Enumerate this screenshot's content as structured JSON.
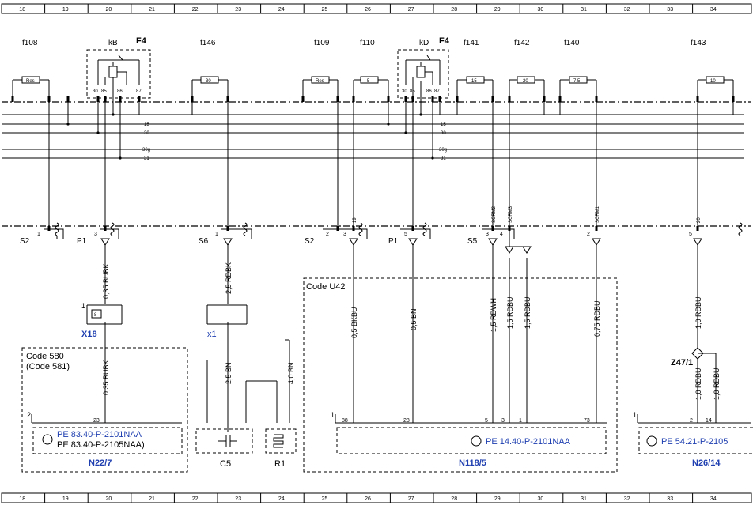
{
  "grid_numbers": [
    "18",
    "19",
    "20",
    "21",
    "22",
    "23",
    "24",
    "25",
    "26",
    "27",
    "28",
    "29",
    "30",
    "31",
    "32",
    "33",
    "34"
  ],
  "top_labels": {
    "f108": "f108",
    "kB": "kB",
    "F4_a": "F4",
    "f146": "f146",
    "f109": "f109",
    "f110": "f110",
    "kD": "kD",
    "F4_b": "F4",
    "f141": "f141",
    "f142": "f142",
    "f140": "f140",
    "f143": "f143"
  },
  "fuse_values": {
    "f108": "Res",
    "f146": "30",
    "f109": "Res",
    "f110": "5",
    "f141": "15",
    "f142": "20",
    "f140": "7,5",
    "f143": "10"
  },
  "relay_pins": {
    "kB": [
      "30",
      "85",
      "86",
      "87"
    ],
    "kD": [
      "30",
      "85",
      "86",
      "87"
    ]
  },
  "bus_labels": [
    "15",
    "30",
    "30g",
    "31"
  ],
  "connector_pins": {
    "s2a_1": "1",
    "p1a_3": "3",
    "s6_1": "1",
    "s2b_2": "2",
    "s2b_3": "3",
    "p1b_5": "5",
    "s5_3": "3",
    "s5_4": "4",
    "c_2": "2",
    "c_5": "5"
  },
  "connector_names": {
    "s2a": "S2",
    "p1a": "P1",
    "s6": "S6",
    "s2b": "S2",
    "p1b": "P1",
    "s5": "S5"
  },
  "splice_labels": [
    "SCRM2",
    "SCRM3",
    "SCRM1",
    "19",
    "20"
  ],
  "wire_labels": {
    "w1": "0,35 BUBK",
    "w2": "2,5 RDBK",
    "w3": "0,35 BUBK",
    "w4": "2,5 BN",
    "w5": "4,0 BN",
    "w6": "0,5 BKBU",
    "w7": "0,5 BN",
    "w8": "1,5 RDWH",
    "w9": "1,5 RDBU",
    "w10": "1,5 RDBU",
    "w11": "0,75 RDBU",
    "w12": "1,0 RDBU",
    "w13": "1,0 RDBU",
    "w14": "1,0 RDBU"
  },
  "components": {
    "x18_pin": "8",
    "x18_side": "1",
    "x18": "X18",
    "x1": "x1",
    "code580": "Code 580",
    "code581": "(Code 581)",
    "n22_pin_left": "2",
    "n22_pin": "23",
    "n22_ref1": "PE 83.40-P-2101NAA",
    "n22_ref2": "PE 83.40-P-2105NAA)",
    "n22": "N22/7",
    "c5": "C5",
    "r1": "R1",
    "codeu42": "Code U42",
    "n118_pin_side": "1",
    "n118_pins": [
      "88",
      "28",
      "5",
      "3",
      "1",
      "73"
    ],
    "n118_ref": "PE 14.40-P-2101NAA",
    "n118": "N118/5",
    "z47": "Z47/1",
    "n26_side": "1",
    "n26_pins": [
      "2",
      "14"
    ],
    "n26_ref": "PE 54.21-P-2105",
    "n26": "N26/14"
  },
  "colors": {
    "link_blue": "#1f3fb0",
    "line": "#000000"
  }
}
